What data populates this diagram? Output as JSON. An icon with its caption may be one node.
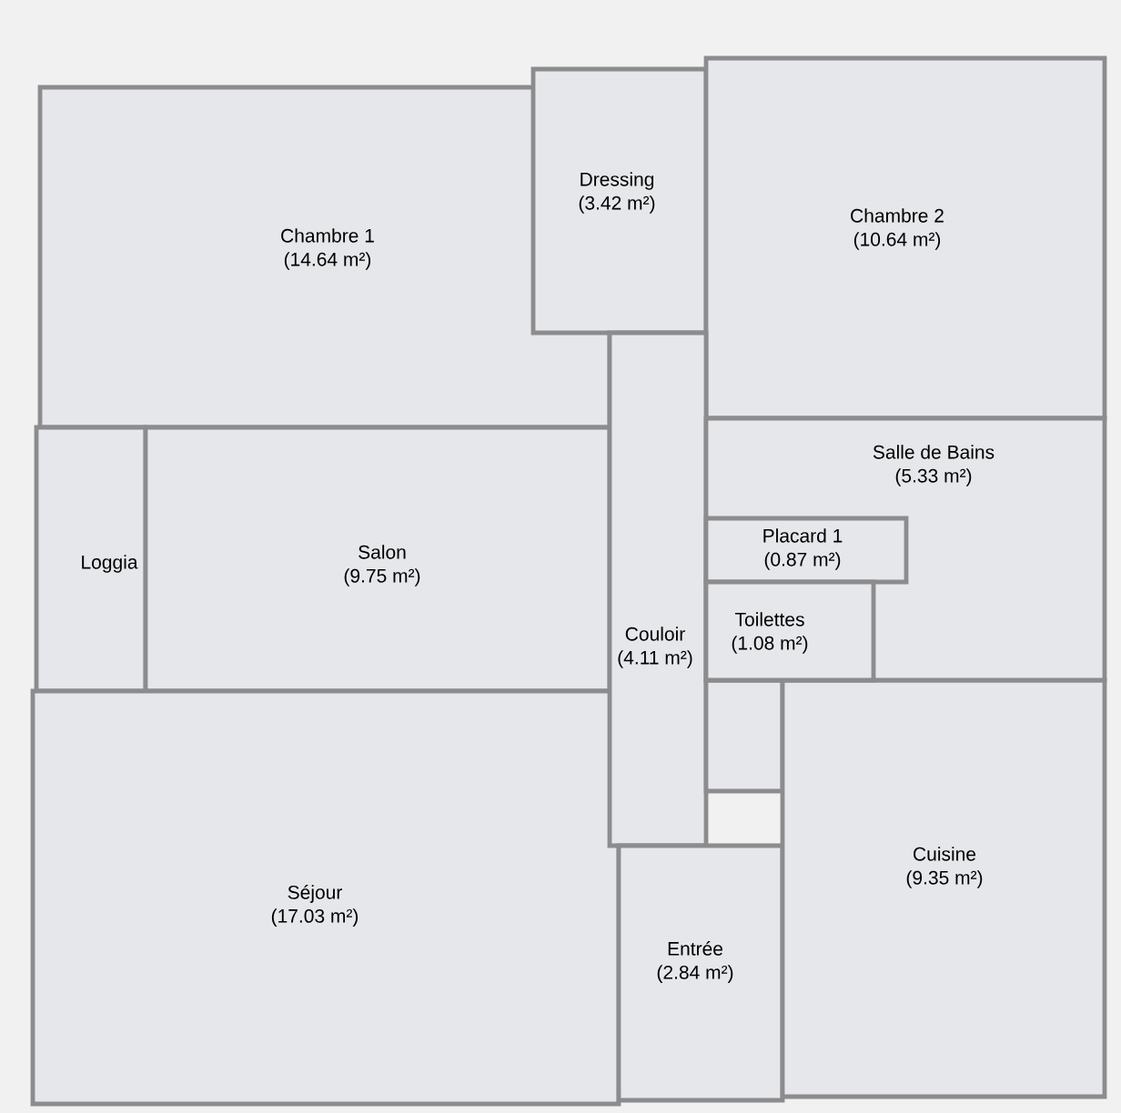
{
  "diagram": {
    "nodes": [
      {
        "text": [
          "Chambre 1",
          "(14.64 m²)"
        ]
      },
      {
        "text": [
          "Dressing",
          "(3.42 m²)"
        ]
      },
      {
        "text": [
          "Chambre 2",
          "(10.64 m²)"
        ]
      },
      {
        "text": [
          "Loggia"
        ]
      },
      {
        "text": [
          "Salon",
          "(9.75 m²)"
        ]
      },
      {
        "text": [
          "Salle de Bains",
          "(5.33 m²)"
        ]
      },
      {
        "text": [
          "Placard 1",
          "(0.87 m²)"
        ],
        "in": 5
      },
      {
        "text": [
          "Couloir",
          "(4.11 m²)"
        ]
      },
      {
        "text": [
          "Toilettes",
          "(1.08 m²)"
        ],
        "in": 5
      },
      {
        "text": [],
        "shape": "box"
      },
      {
        "text": [
          "Séjour",
          "(17.03 m²)"
        ]
      },
      {
        "text": [
          "Cuisine",
          "(9.35 m²)"
        ]
      },
      {
        "text": [
          "Entrée",
          "(2.84 m²)"
        ]
      }
    ]
  }
}
